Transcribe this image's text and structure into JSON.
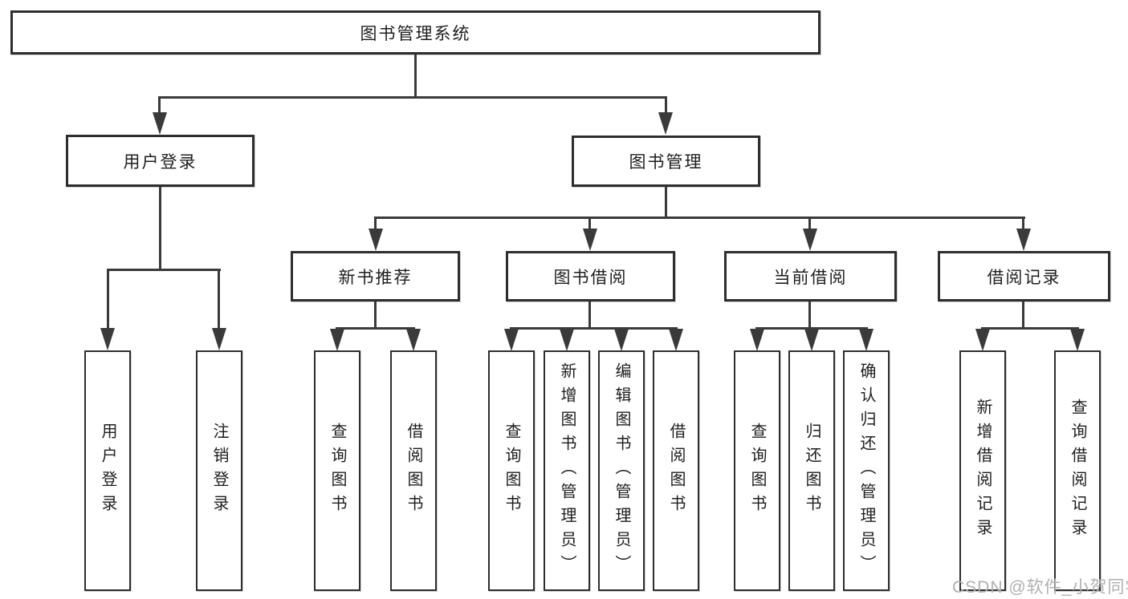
{
  "diagram": {
    "title_node": "图书管理系统",
    "level2": {
      "user_login": "用户登录",
      "book_mgmt": "图书管理"
    },
    "level3": {
      "new_book_rec": "新书推荐",
      "book_borrow": "图书借阅",
      "current_borrow": "当前借阅",
      "borrow_records": "借阅记录"
    },
    "leaves": {
      "user_login": [
        "用户登录",
        "注销登录"
      ],
      "new_book_rec": [
        "查询图书",
        "借阅图书"
      ],
      "book_borrow": [
        "查询图书",
        "新增图书（管理员）",
        "编辑图书（管理员）",
        "借阅图书"
      ],
      "current_borrow": [
        "查询图书",
        "归还图书",
        "确认归还（管理员）"
      ],
      "borrow_records": [
        "新增借阅记录",
        "查询借阅记录"
      ]
    },
    "watermark": "CSDN @软件_小贺同学"
  },
  "colors": {
    "line": "#3a3a3a",
    "border": "#2e2e2e",
    "text": "#1e1e1e",
    "watermark": "#b0b0b0",
    "background": "#ffffff"
  }
}
